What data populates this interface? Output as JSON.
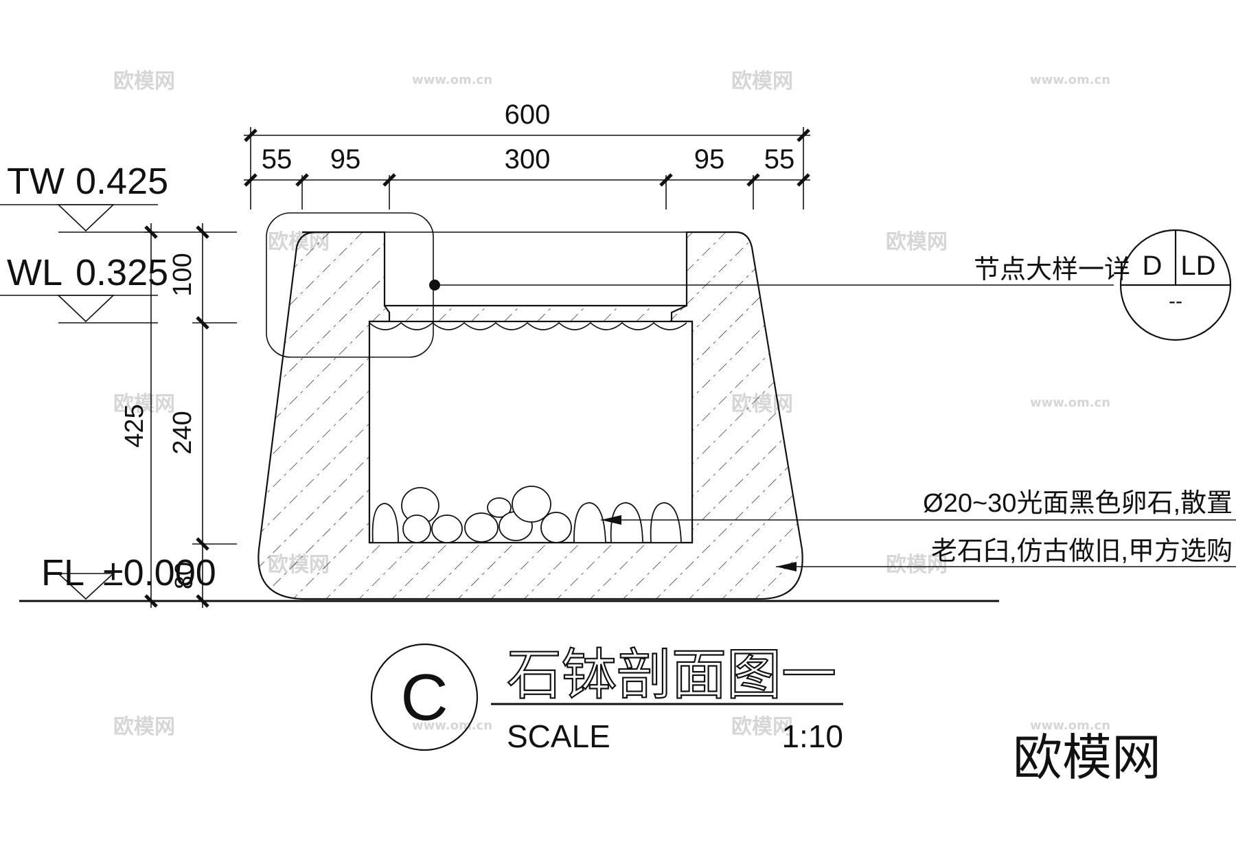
{
  "title": "石钵剖面图一",
  "section_symbol": "C",
  "scale_label": "SCALE",
  "scale_value": "1:10",
  "dimensions_top": {
    "overall": "600",
    "segments": [
      "55",
      "95",
      "300",
      "95",
      "55"
    ]
  },
  "dimensions_left": {
    "outer": [
      "100",
      "425",
      "80"
    ],
    "inner": [
      "240"
    ]
  },
  "levels": [
    {
      "tag": "TW",
      "value": "0.425"
    },
    {
      "tag": "WL",
      "value": "0.325"
    },
    {
      "tag": "FL",
      "value": "±0.000"
    }
  ],
  "detail_callout": {
    "label": "节点大样一详",
    "top_left": "D",
    "top_right": "LD",
    "bottom": "--"
  },
  "notes": [
    "Ø20~30光面黑色卵石,散置",
    "老石臼,仿古做旧,甲方选购"
  ],
  "watermarks": {
    "logo_text": "欧模网",
    "url_text": "www.om.cn",
    "brand_large": "欧模网"
  }
}
